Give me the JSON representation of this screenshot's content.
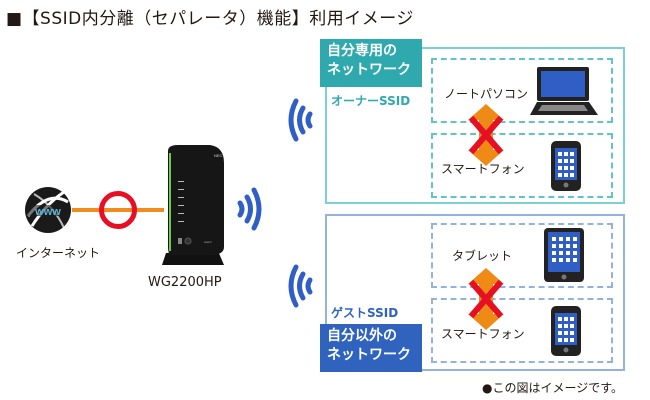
{
  "title": "■【SSID内分離（セパレータ）機能】利用イメージ",
  "internet": {
    "label": "インターネット",
    "icon": "www-globe-icon"
  },
  "router": {
    "model": "WG2200HP"
  },
  "connection_status": "ok-circle",
  "colors": {
    "owner_accent": "#30a9ae",
    "owner_border": "#7ccfd2",
    "guest_accent": "#2f63bd",
    "guest_border": "#94b3dc",
    "wifi_blue": "#2f5fc4",
    "cable_orange": "#f08b1d",
    "ok_red": "#e60f24",
    "block_red": "#e60f24",
    "arrow_orange": "#ef8a17"
  },
  "owner_group": {
    "tag_line1": "自分専用の",
    "tag_line2": "ネットワーク",
    "ssid": "オーナーSSID",
    "devices": [
      {
        "label": "ノートパソコン",
        "icon": "laptop-icon"
      },
      {
        "label": "スマートフォン",
        "icon": "smartphone-icon"
      }
    ]
  },
  "guest_group": {
    "tag_line1": "自分以外の",
    "tag_line2": "ネットワーク",
    "ssid": "ゲストSSID",
    "devices": [
      {
        "label": "タブレット",
        "icon": "tablet-icon"
      },
      {
        "label": "スマートフォン",
        "icon": "smartphone-icon"
      }
    ]
  },
  "footnote": "●この図はイメージです。"
}
